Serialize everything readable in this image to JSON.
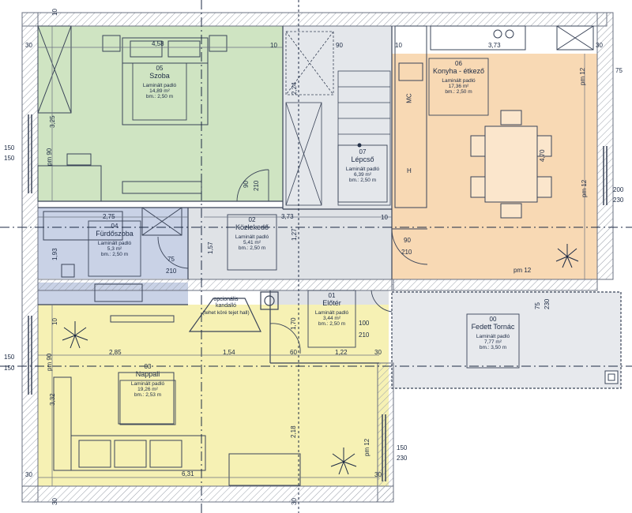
{
  "rooms": {
    "szoba": {
      "num": "05",
      "name": "Szoba",
      "floor": "Laminált padló",
      "area": "14,89 m²",
      "height": "bm.: 2,50 m"
    },
    "konyha": {
      "num": "06",
      "name": "Konyha - étkező",
      "floor": "Laminált padló",
      "area": "17,36 m²",
      "height": "bm.: 2,50 m"
    },
    "lepcso": {
      "num": "07",
      "name": "Lépcső",
      "floor": "Laminált padló",
      "area": "6,39 m²",
      "height": "bm.: 2,50 m"
    },
    "furdo": {
      "num": "04",
      "name": "Fürdőszoba",
      "floor": "Laminált padló",
      "area": "5,3 m²",
      "height": "bm.: 2,50 m"
    },
    "kozlekedo": {
      "num": "02",
      "name": "Közlekedő",
      "floor": "Laminált padló",
      "area": "5,41 m²",
      "height": "bm.: 2,50 m"
    },
    "eloter": {
      "num": "01",
      "name": "Előtér",
      "floor": "Laminált padló",
      "area": "3,44 m²",
      "height": "bm.: 2,50 m"
    },
    "nappali": {
      "num": "03",
      "name": "Nappali",
      "floor": "Laminált padló",
      "area": "19,26 m²",
      "height": "bm.: 2,53 m"
    },
    "tornac": {
      "num": "00",
      "name": "Fedett Tornác",
      "floor": "Laminált padló",
      "area": "7,77 m²",
      "height": "bm.: 3,50 m"
    }
  },
  "kandallo": {
    "line1": "opcionális",
    "line2": "kandalló",
    "line3": "(tehet köré tejet hall)"
  },
  "dimensions": {
    "d_458": "4,58",
    "d_30a": "30",
    "d_10a": "10",
    "d_90a": "90",
    "d_373": "3,73",
    "d_30b": "30",
    "d_325": "3,25",
    "d_224": "2,24",
    "d_75": "75",
    "d_pm12a": "pm 12",
    "d_470": "4,70",
    "d_150a": "150",
    "d_150b": "150",
    "d_pm90a": "pm 90",
    "d_90b": "90",
    "d_210a": "210",
    "d_200": "200",
    "d_230a": "230",
    "d_pm12b": "pm 12",
    "d_275": "2,75",
    "d_373b": "3,73",
    "d_10b": "10",
    "d_193": "1,93",
    "d_157": "1,57",
    "d_127": "1,27",
    "d_90c": "90",
    "d_210b": "210",
    "d_75b": "75",
    "d_210c": "210",
    "d_pm12c": "pm 12",
    "d_75c": "75",
    "d_230b": "230",
    "d_170": "1,70",
    "d_100": "100",
    "d_210d": "210",
    "d_285": "2,85",
    "d_154": "1,54",
    "d_60": "60",
    "d_122": "1,22",
    "d_30c": "30",
    "d_150c": "150",
    "d_150d": "150",
    "d_pm90b": "pm 90",
    "d_332": "3,32",
    "d_218": "2,18",
    "d_pm12d": "pm 12",
    "d_150e": "150",
    "d_230c": "230",
    "d_631": "6,31",
    "d_30d": "30",
    "d_30e": "30",
    "d_10c": "10",
    "d_30f": "30",
    "d_10d": "10",
    "d_mc": "MC",
    "d_h": "H",
    "d_30g": "30",
    "d_10e": "10"
  },
  "colors": {
    "szoba": "#cfe4c2",
    "konyha": "#f8d9b4",
    "furdo": "#c9d2e6",
    "nappali": "#f6f1b4",
    "grey": "#dfe2e6",
    "wall": "#9aa0aa",
    "line": "#1c2a44"
  }
}
